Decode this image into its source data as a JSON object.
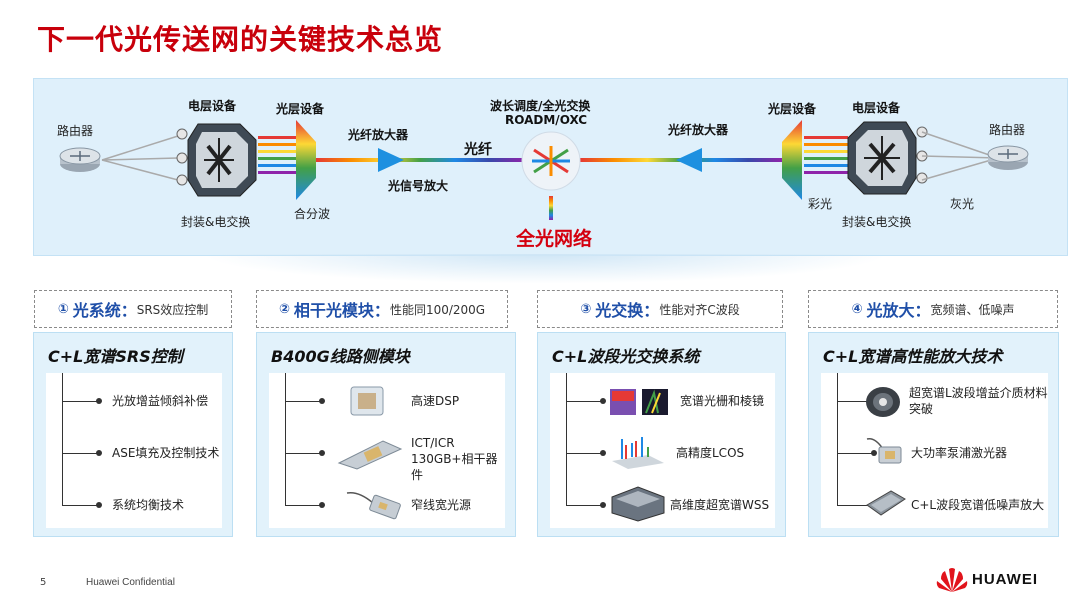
{
  "title": "下一代光传送网的关键技术总览",
  "diagram": {
    "router_left": "路由器",
    "router_right": "路由器",
    "electrical_layer_left": "电层设备",
    "electrical_layer_right": "电层设备",
    "optical_layer_left": "光层设备",
    "optical_layer_right": "光层设备",
    "package_left": "封装&电交换",
    "package_right": "封装&电交换",
    "mux_label": "合分波",
    "amp_left": "光纤放大器",
    "amp_right": "光纤放大器",
    "signal_amp": "光信号放大",
    "fiber": "光纤",
    "wavelength_tuning": "波长调度/全光交换",
    "roadm": "ROADM/OXC",
    "all_optical": "全光网络",
    "color_light": "彩光",
    "gray_light": "灰光"
  },
  "sections": [
    {
      "num": "①",
      "title": "光系统：",
      "subtitle": "SRS效应控制",
      "card_title": "C+L宽谱SRS控制",
      "items": [
        {
          "label": "光放增益倾斜补偿",
          "icon": ""
        },
        {
          "label": "ASE填充及控制技术",
          "icon": ""
        },
        {
          "label": "系统均衡技术",
          "icon": ""
        }
      ]
    },
    {
      "num": "②",
      "title": "相干光模块：",
      "subtitle": "性能同100/200G",
      "card_title": "B400G线路侧模块",
      "items": [
        {
          "label": "高速DSP",
          "icon": "dsp-chip-icon"
        },
        {
          "label": "ICT/ICR\n130GB+相干器件",
          "icon": "coherent-device-icon"
        },
        {
          "label": "窄线宽光源",
          "icon": "laser-source-icon"
        }
      ]
    },
    {
      "num": "③",
      "title": "光交换：",
      "subtitle": "性能对齐C波段",
      "card_title": "C+L波段光交换系统",
      "items": [
        {
          "label": "宽谱光栅和棱镜",
          "icon": "grating-prism-icon"
        },
        {
          "label": "高精度LCOS",
          "icon": "lcos-icon"
        },
        {
          "label": "高维度超宽谱WSS",
          "icon": "wss-icon"
        }
      ]
    },
    {
      "num": "④",
      "title": "光放大：",
      "subtitle": "宽频谱、低噪声",
      "card_title": "C+L宽谱高性能放大技术",
      "items": [
        {
          "label": "超宽谱L波段增益介质材料突破",
          "icon": "fiber-coil-icon"
        },
        {
          "label": "大功率泵浦激光器",
          "icon": "pump-laser-icon"
        },
        {
          "label": "C+L波段宽谱低噪声放大",
          "icon": "amplifier-module-icon"
        }
      ]
    }
  ],
  "footer": {
    "page": "5",
    "confidential": "Huawei Confidential",
    "brand": "HUAWEI"
  }
}
